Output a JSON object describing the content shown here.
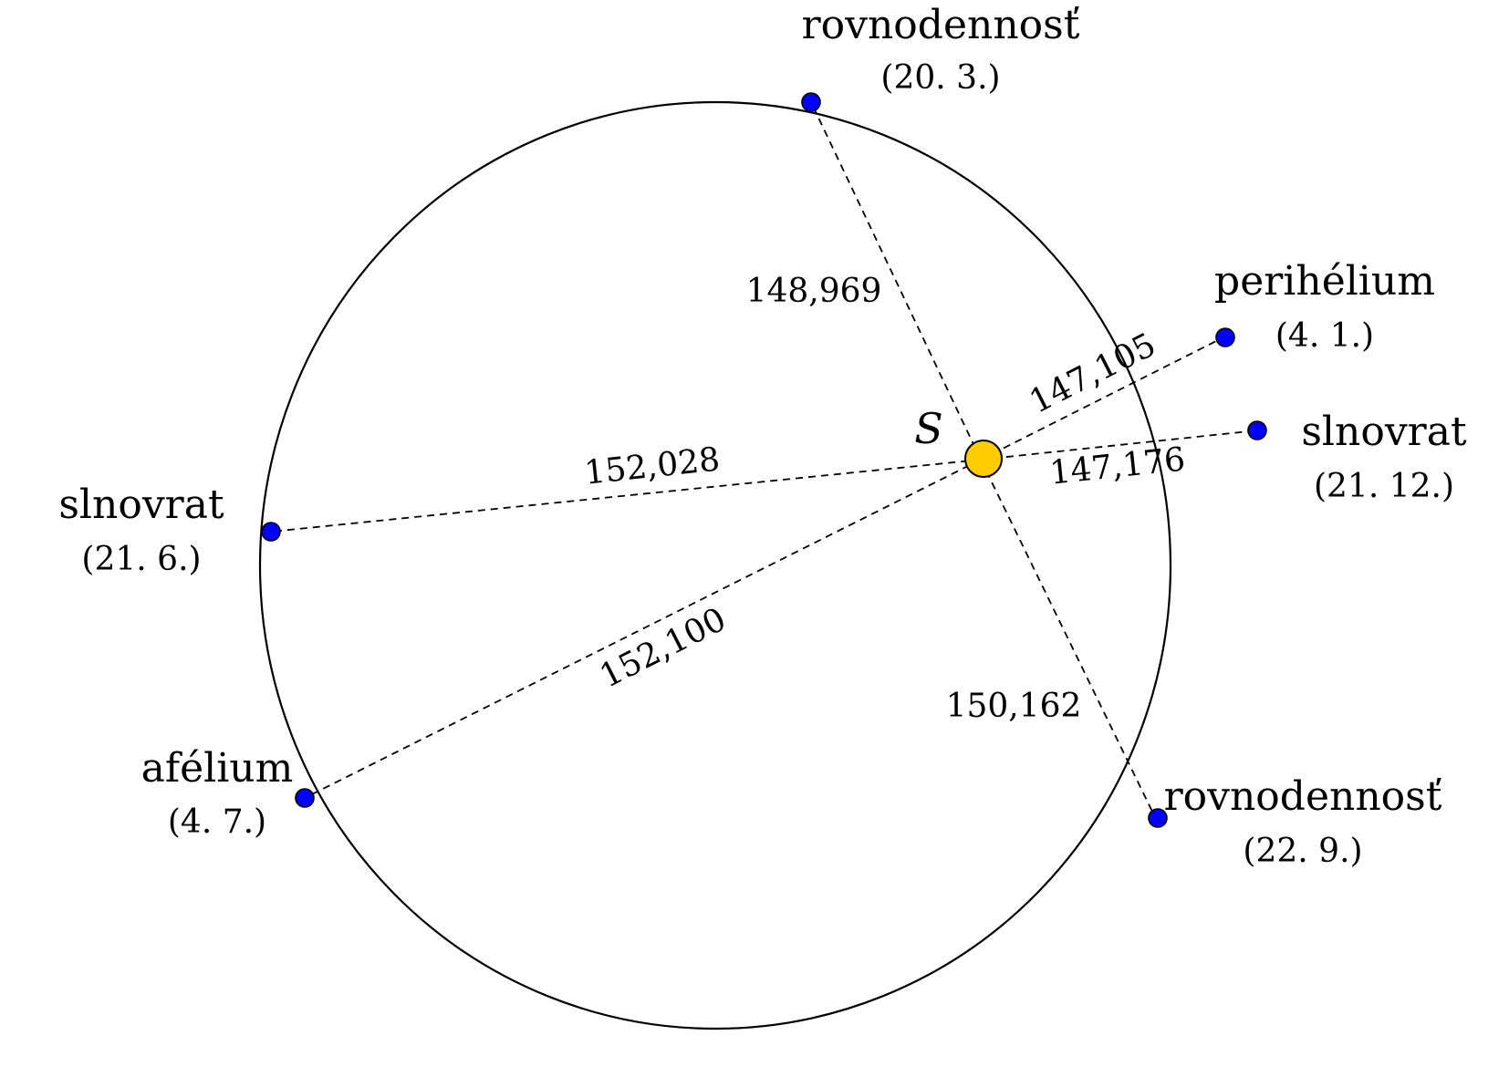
{
  "sun": {
    "label": "S",
    "color": "#ffcc00"
  },
  "colors": {
    "orbit": "#000000",
    "point": "#0000ff"
  },
  "points": {
    "equinox_march": {
      "name": "rovnodennosť",
      "date": "(20. 3.)"
    },
    "perihelion": {
      "name": "perihélium",
      "date": "(4. 1.)"
    },
    "solstice_december": {
      "name": "slnovrat",
      "date": "(21. 12.)"
    },
    "solstice_june": {
      "name": "slnovrat",
      "date": "(21. 6.)"
    },
    "aphelion": {
      "name": "afélium",
      "date": "(4. 7.)"
    },
    "equinox_september": {
      "name": "rovnodennosť",
      "date": "(22. 9.)"
    }
  },
  "distances": {
    "equinox_march": "148,969",
    "perihelion": "147,105",
    "solstice_december": "147,176",
    "solstice_june": "152,028",
    "aphelion": "152,100",
    "equinox_september": "150,162"
  }
}
